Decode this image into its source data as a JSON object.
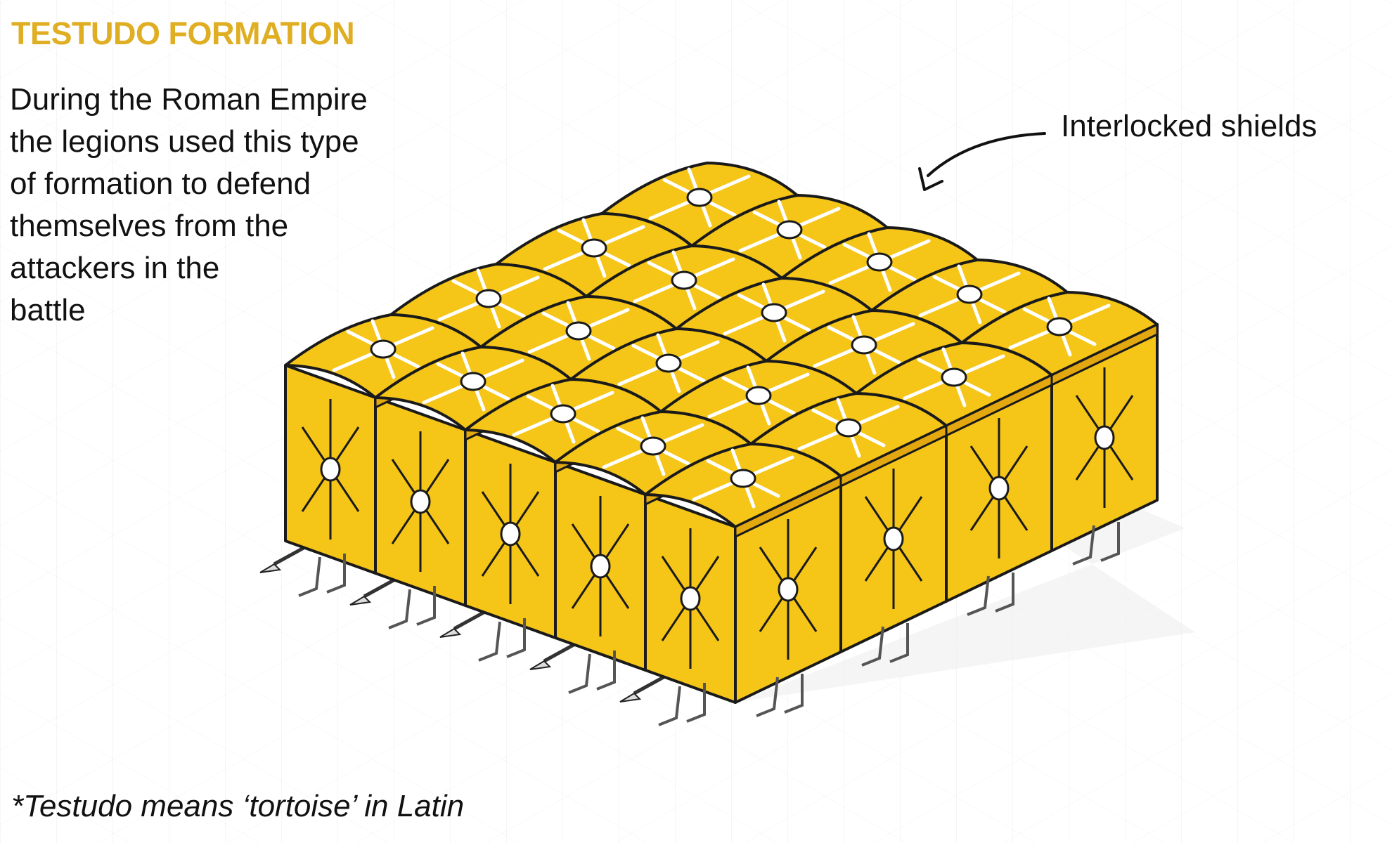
{
  "title": "TESTUDO FORMATION",
  "description_lines": [
    "During the Roman Empire",
    "the legions used this type",
    "of formation to defend",
    "themselves from the",
    "attackers in the",
    "battle"
  ],
  "annotation": "Interlocked shields",
  "footnote": "*Testudo means ‘tortoise’ in Latin",
  "colors": {
    "title": "#E0AE22",
    "shield": "#F5C518",
    "shield_shade": "#E3A80F",
    "outline": "#1a1a1a"
  }
}
